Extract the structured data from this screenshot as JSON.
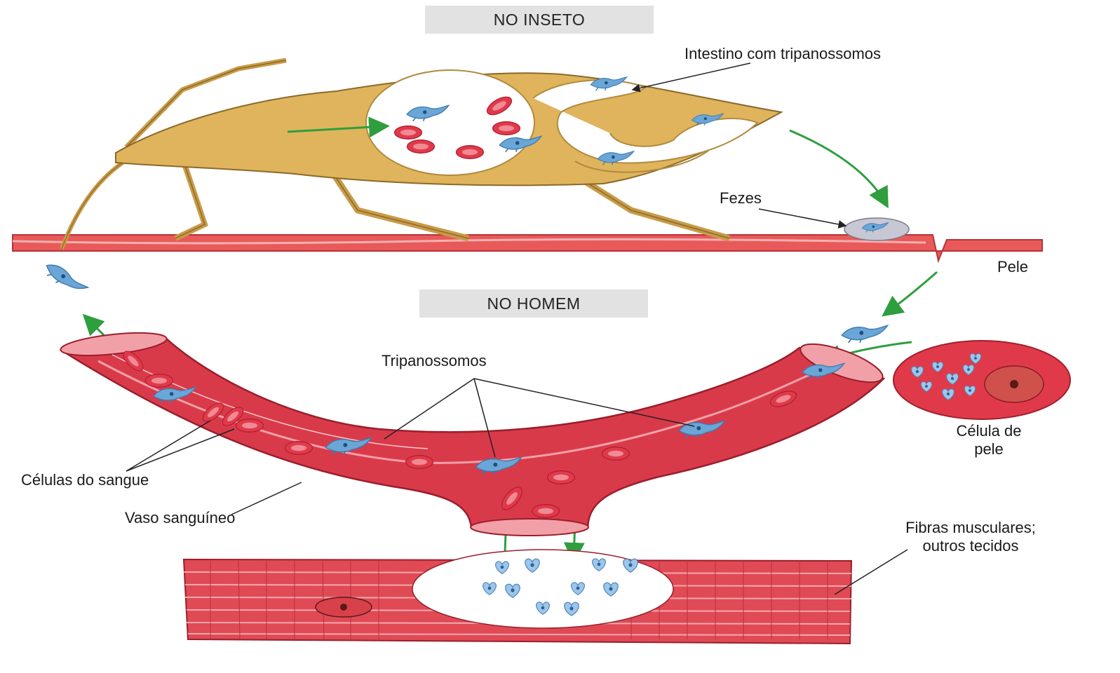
{
  "titles": {
    "insect": "NO INSETO",
    "human": "NO HOMEM"
  },
  "labels": {
    "intestine": "Intestino com tripanossomos",
    "feces": "Fezes",
    "skin": "Pele",
    "trypanosomes": "Tripanossomos",
    "blood_cells": "Células do sangue",
    "blood_vessel": "Vaso sanguíneo",
    "skin_cell_line1": "Célula de",
    "skin_cell_line2": "pele",
    "muscle_line1": "Fibras musculares;",
    "muscle_line2": "outros tecidos"
  },
  "colors": {
    "insect_body": "#e0b45c",
    "insect_outline": "#8a6a2a",
    "skin": "#e85a5a",
    "vessel": "#d93a4a",
    "vessel_light": "#f2a0a8",
    "blood_cell": "#e03a4a",
    "parasite": "#6aa6d6",
    "arrow_green": "#2e9e3e",
    "title_bg": "#e2e2e2"
  }
}
